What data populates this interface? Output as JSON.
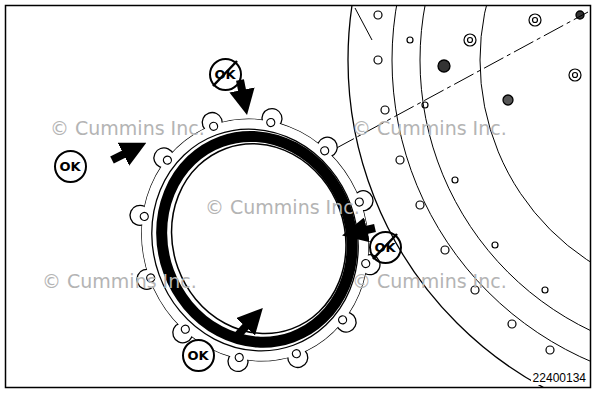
{
  "diagram": {
    "nodes": [
      {
        "text": [
          "OK"
        ]
      },
      {
        "text": [
          "OK"
        ]
      },
      {
        "text": [
          "OK"
        ]
      },
      {
        "text": [
          "OK"
        ]
      }
    ],
    "labels": [
      "© Cummins Inc.",
      "© Cummins Inc.",
      "© Cummins Inc.",
      "© Cummins Inc.",
      "© Cummins Inc.",
      "22400134"
    ]
  }
}
